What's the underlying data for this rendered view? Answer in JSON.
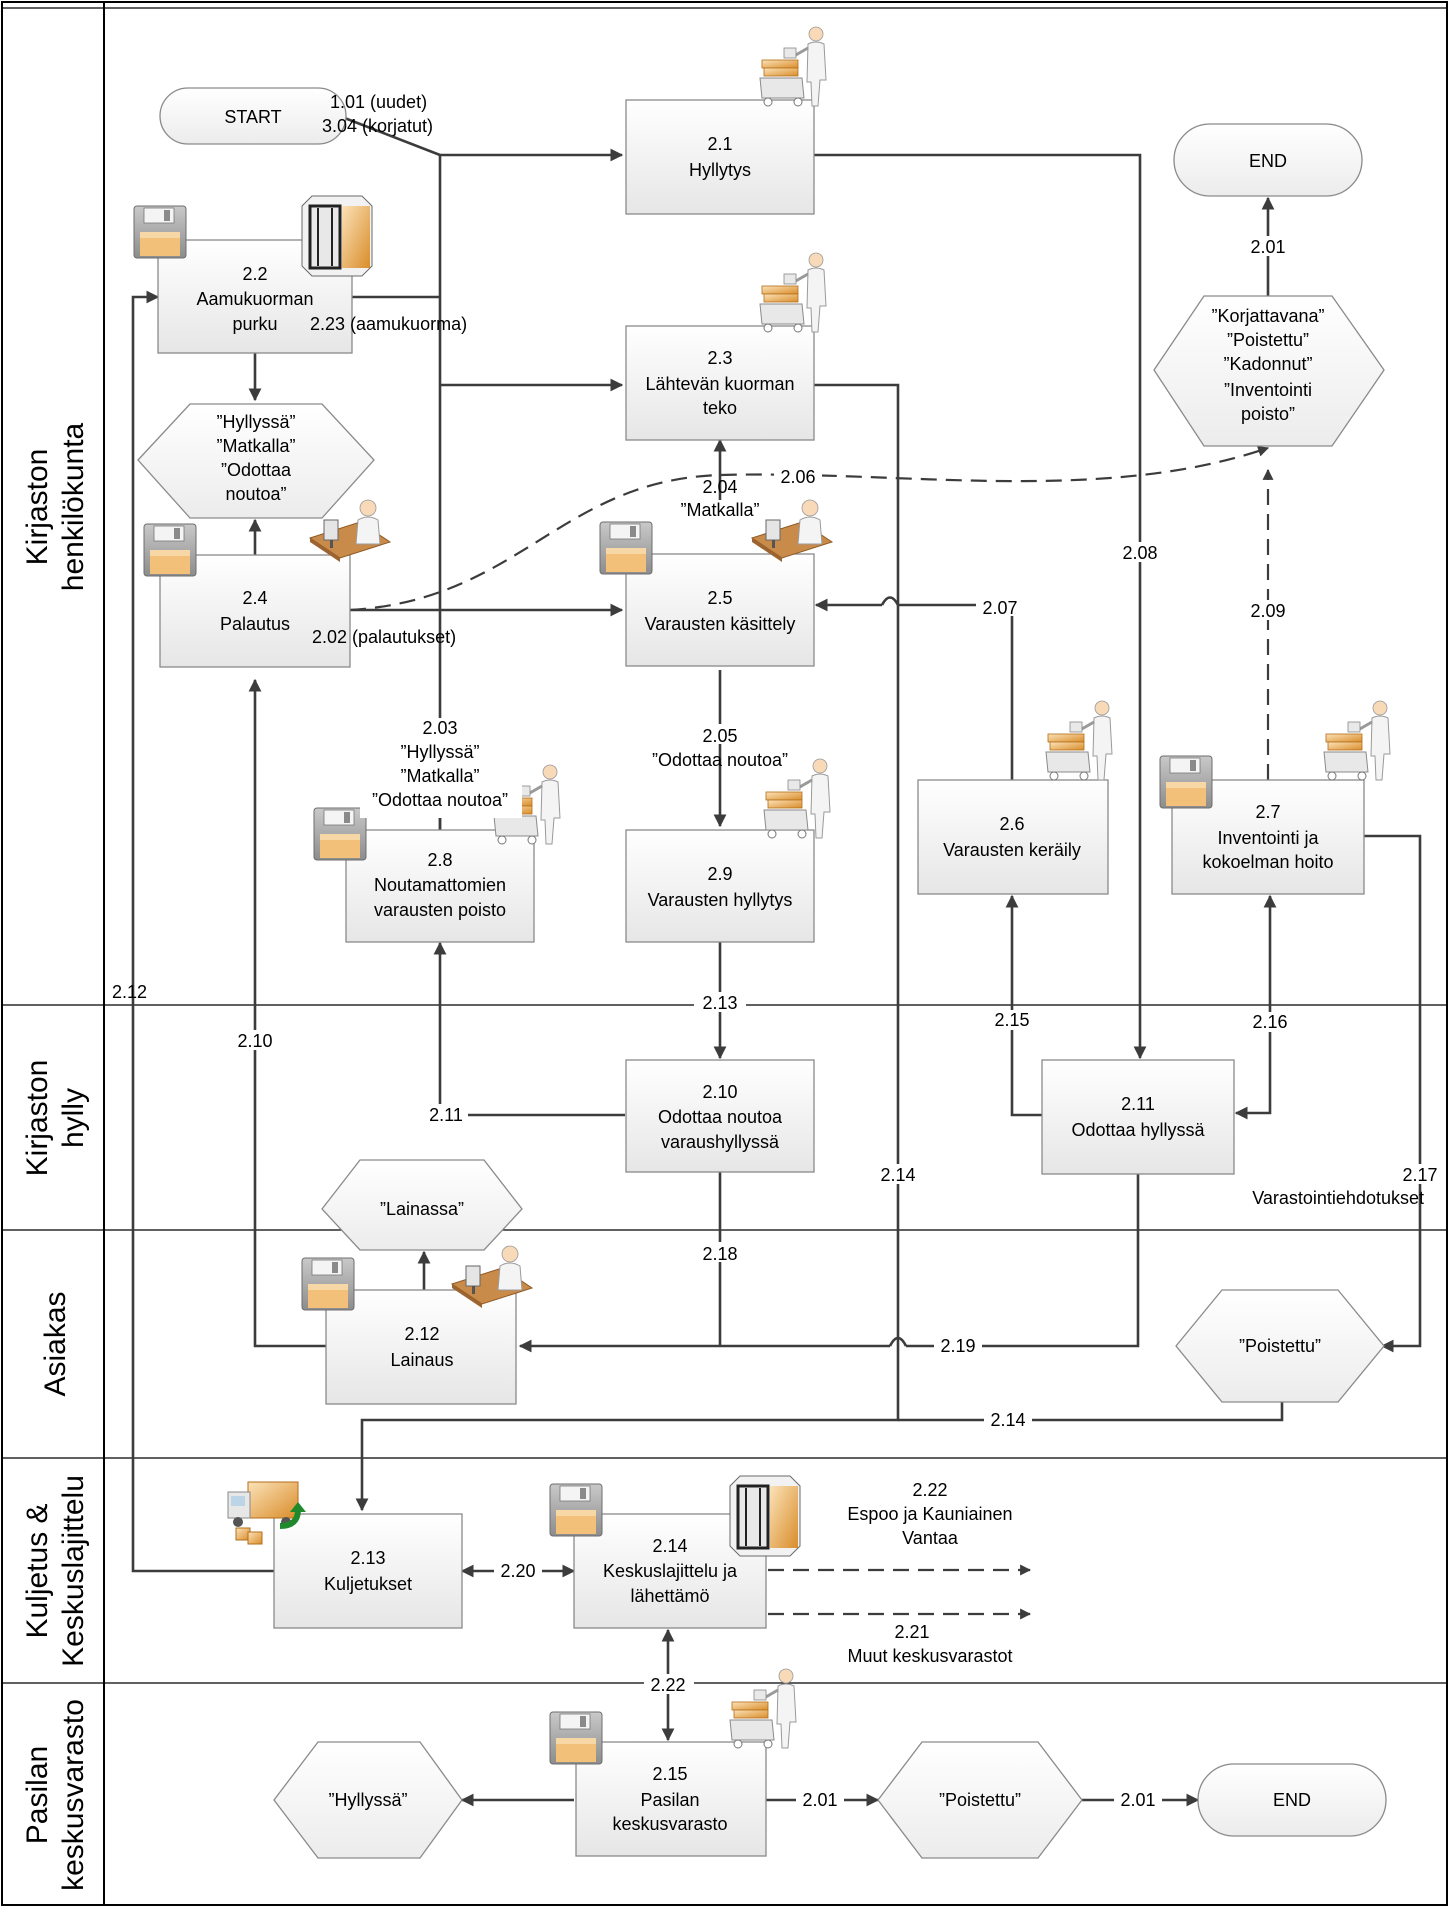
{
  "lanes": [
    {
      "id": "henkilokunta",
      "lines": [
        "Kirjaston",
        "henkilökunta"
      ]
    },
    {
      "id": "hylly",
      "lines": [
        "Kirjaston",
        "hylly"
      ]
    },
    {
      "id": "asiakas",
      "lines": [
        "Asiakas"
      ]
    },
    {
      "id": "kuljetus",
      "lines": [
        "Kuljetus &",
        "Keskuslajittelu"
      ]
    },
    {
      "id": "pasila",
      "lines": [
        "Pasilan",
        "keskusvarasto"
      ]
    }
  ],
  "terminals": {
    "start": "START",
    "end_top": "END",
    "end_bottom": "END"
  },
  "processes": {
    "p21": {
      "num": "2.1",
      "lines": [
        "Hyllytys"
      ]
    },
    "p22": {
      "num": "2.2",
      "lines": [
        "Aamukuorman",
        "purku"
      ]
    },
    "p23": {
      "num": "2.3",
      "lines": [
        "Lähtevän kuorman",
        "teko"
      ]
    },
    "p24": {
      "num": "2.4",
      "lines": [
        "Palautus"
      ]
    },
    "p25": {
      "num": "2.5",
      "lines": [
        "Varausten käsittely"
      ]
    },
    "p26": {
      "num": "2.6",
      "lines": [
        "Varausten keräily"
      ]
    },
    "p27": {
      "num": "2.7",
      "lines": [
        "Inventointi ja",
        "kokoelman hoito"
      ]
    },
    "p28": {
      "num": "2.8",
      "lines": [
        "Noutamattomien",
        "varausten poisto"
      ]
    },
    "p29": {
      "num": "2.9",
      "lines": [
        "Varausten hyllytys"
      ]
    },
    "p210": {
      "num": "2.10",
      "lines": [
        "Odottaa noutoa",
        "varaushyllyssä"
      ]
    },
    "p211": {
      "num": "2.11",
      "lines": [
        "Odottaa hyllyssä"
      ]
    },
    "p212": {
      "num": "2.12",
      "lines": [
        "Lainaus"
      ]
    },
    "p213": {
      "num": "2.13",
      "lines": [
        "Kuljetukset"
      ]
    },
    "p214": {
      "num": "2.14",
      "lines": [
        "Keskuslajittelu ja",
        "lähettämö"
      ]
    },
    "p215": {
      "num": "2.15",
      "lines": [
        "Pasilan",
        "keskusvarasto"
      ]
    }
  },
  "states": {
    "s_palautus": {
      "lines": [
        "”Hyllyssä”",
        "”Matkalla”",
        "”Odottaa",
        "noutoa”"
      ]
    },
    "s_end": {
      "lines": [
        "”Korjattavana”",
        "”Poistettu”",
        "”Kadonnut”",
        "”Inventointi",
        "poisto”"
      ]
    },
    "s_lainassa": {
      "lines": [
        "”Lainassa”"
      ]
    },
    "s_poistettu": {
      "lines": [
        "”Poistettu”"
      ]
    },
    "s_hyllyssa_p": {
      "lines": [
        "”Hyllyssä”"
      ]
    },
    "s_poistettu_p": {
      "lines": [
        "”Poistettu”"
      ]
    }
  },
  "labels": {
    "l101": "1.01 (uudet)",
    "l304": "3.04 (korjatut)",
    "l223": "2.23 (aamukuorma)",
    "l204": "2.04",
    "l204b": "”Matkalla”",
    "l206": "2.06",
    "l202": "2.02 (palautukset)",
    "l207": "2.07",
    "l208": "2.08",
    "l209": "2.09",
    "l201a": "2.01",
    "l203": "2.03",
    "l203a": "”Hyllyssä”",
    "l203b": "”Matkalla”",
    "l203c": "”Odottaa noutoa”",
    "l205": "2.05",
    "l205b": "”Odottaa noutoa”",
    "l212": "2.12",
    "l210": "2.10",
    "l213": "2.13",
    "l215": "2.15",
    "l216": "2.16",
    "l211": "2.11",
    "l214a": "2.14",
    "l217": "2.17",
    "l217b": "Varastointiehdotukset",
    "l218": "2.18",
    "l219": "2.19",
    "l214b": "2.14",
    "l220": "2.20",
    "l222a": "2.22",
    "l222b": "Espoo ja Kauniainen",
    "l222c": "Vantaa",
    "l221": "2.21",
    "l221b": "Muut keskusvarastot",
    "l222d": "2.22",
    "l201b": "2.01",
    "l201c": "2.01"
  }
}
